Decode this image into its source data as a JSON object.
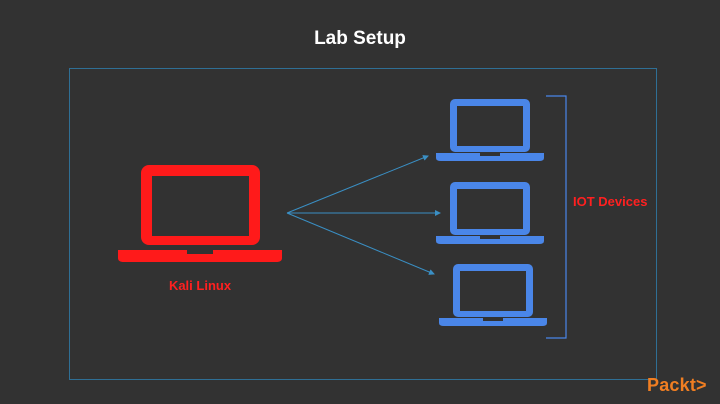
{
  "title": "Lab Setup",
  "attacker": {
    "label": "Kali Linux",
    "icon": "laptop-icon",
    "color": "#ff1a1a"
  },
  "targets": {
    "label": "IOT Devices",
    "icon": "laptop-icon",
    "count": 3,
    "color": "#4a86e8",
    "label_color": "#ff2020"
  },
  "brand": {
    "name": "Packt>",
    "color": "#f07e22"
  },
  "colors": {
    "background": "#323232",
    "frame": "#2f6f95",
    "connector": "#3a8fc4"
  }
}
